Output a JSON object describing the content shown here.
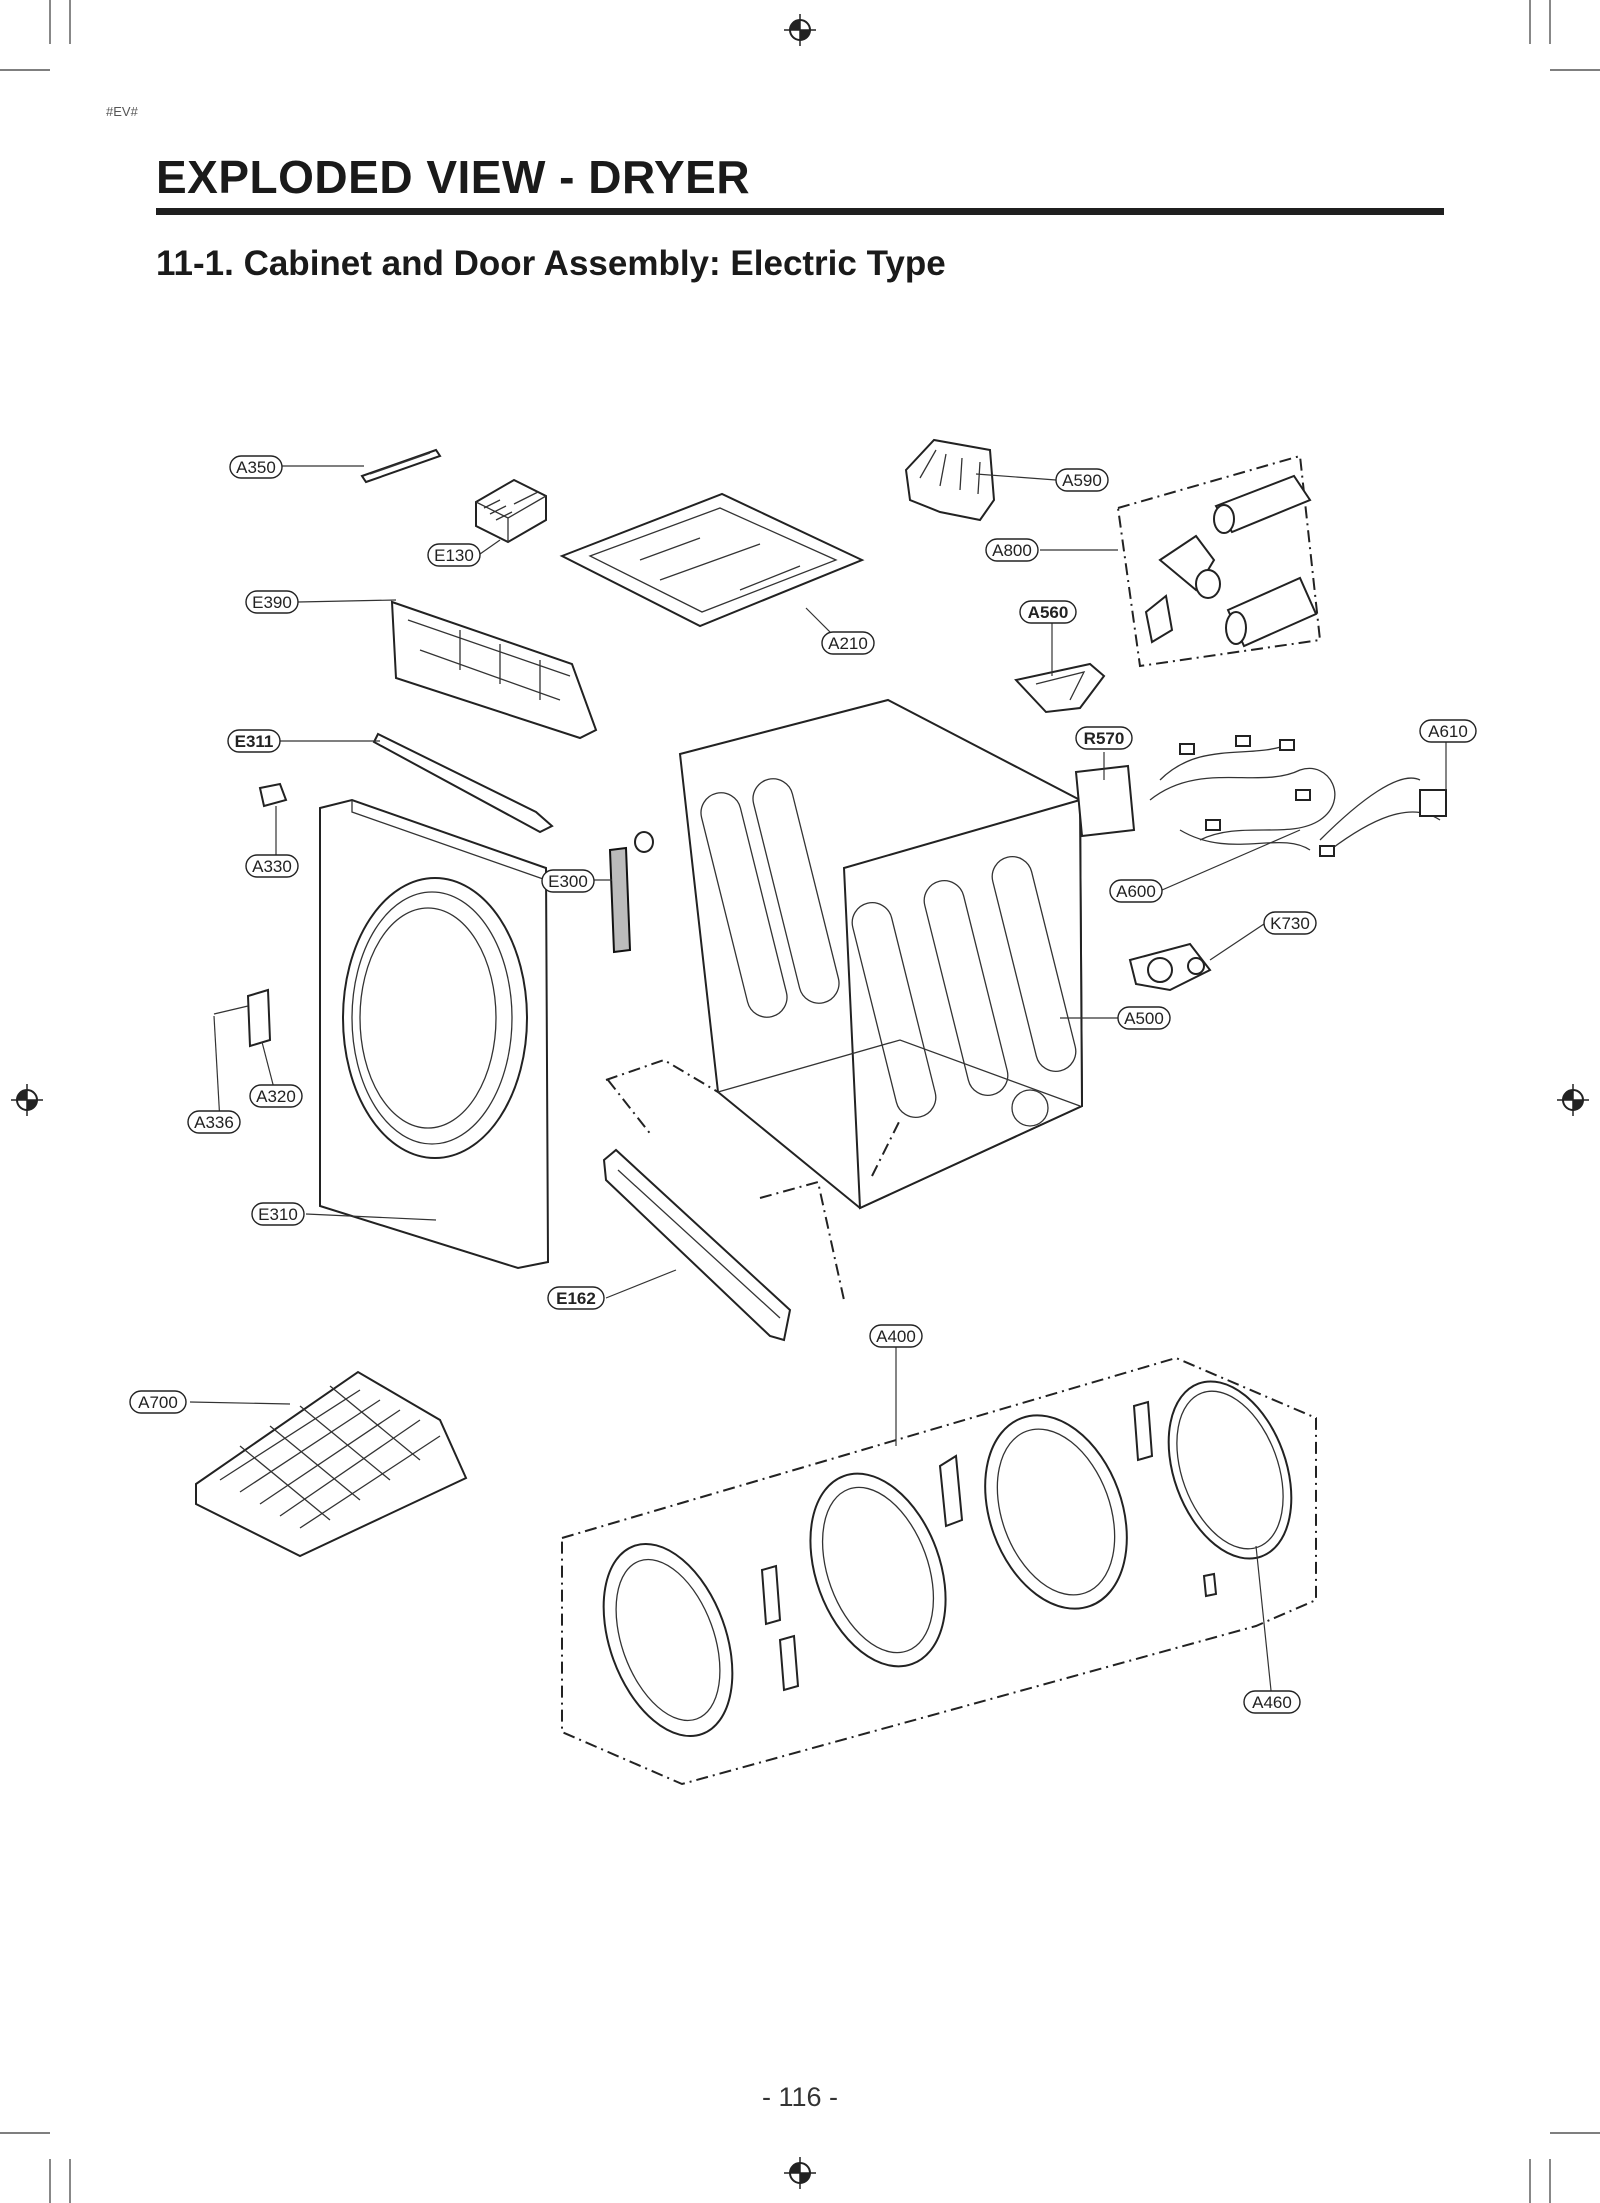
{
  "doc_tag": "#EV#",
  "title": "EXPLODED VIEW - DRYER",
  "subtitle": "11-1. Cabinet and Door Assembly: Electric Type",
  "page_number": "- 116 -",
  "parts": {
    "A350": "A350",
    "E130": "E130",
    "E390": "E390",
    "A210": "A210",
    "A590": "A590",
    "A800": "A800",
    "A560": "A560",
    "E311": "E311",
    "R570": "R570",
    "A610": "A610",
    "A330": "A330",
    "E300": "E300",
    "A600": "A600",
    "K730": "K730",
    "A500": "A500",
    "A320": "A320",
    "A336": "A336",
    "E310": "E310",
    "E162": "E162",
    "A400": "A400",
    "A700": "A700",
    "A460": "A460"
  }
}
